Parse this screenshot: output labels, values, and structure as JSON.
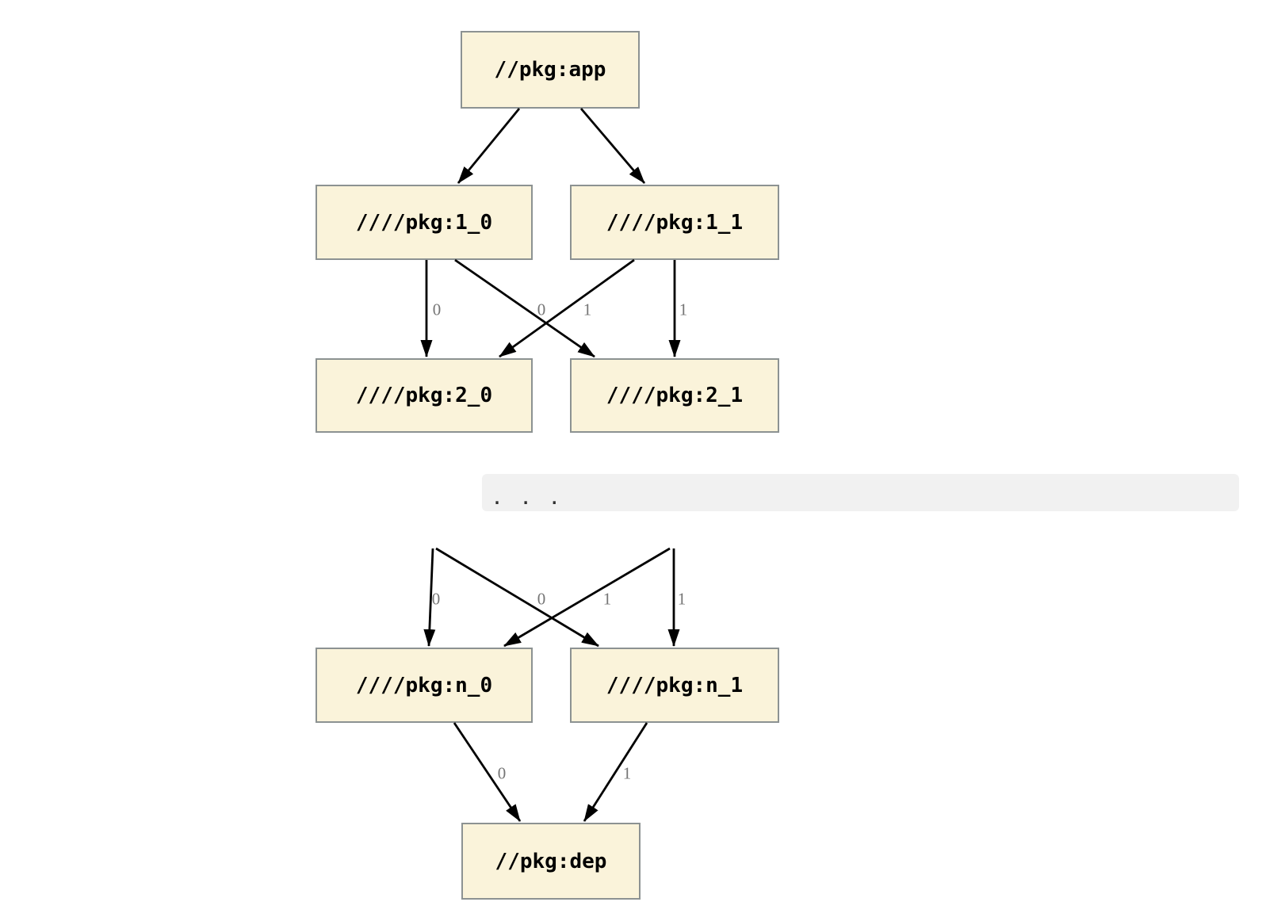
{
  "diagram": {
    "nodes": {
      "app": {
        "label": "//pkg:app"
      },
      "l1_0": {
        "label": "////pkg:1_0"
      },
      "l1_1": {
        "label": "////pkg:1_1"
      },
      "l2_0": {
        "label": "////pkg:2_0"
      },
      "l2_1": {
        "label": "////pkg:2_1"
      },
      "ln_0": {
        "label": "////pkg:n_0"
      },
      "ln_1": {
        "label": "////pkg:n_1"
      },
      "dep": {
        "label": "//pkg:dep"
      }
    },
    "ellipsis_text": ".  .  .",
    "edge_labels": {
      "e_1_0__2_0": "0",
      "e_1_0__2_1": "0",
      "e_1_1__2_0": "1",
      "e_1_1__2_1": "1",
      "e_hidden0__n_0": "0",
      "e_hidden0__n_1": "0",
      "e_hidden1__n_0": "1",
      "e_hidden1__n_1": "1",
      "e_n_0__dep": "0",
      "e_n_1__dep": "1"
    },
    "colors": {
      "node_fill": "#faf3da",
      "node_border": "#8c9292",
      "edge": "#000000",
      "edge_label": "#757575",
      "ellipsis_band_bg": "#f1f1f1",
      "background": "#ffffff"
    }
  }
}
